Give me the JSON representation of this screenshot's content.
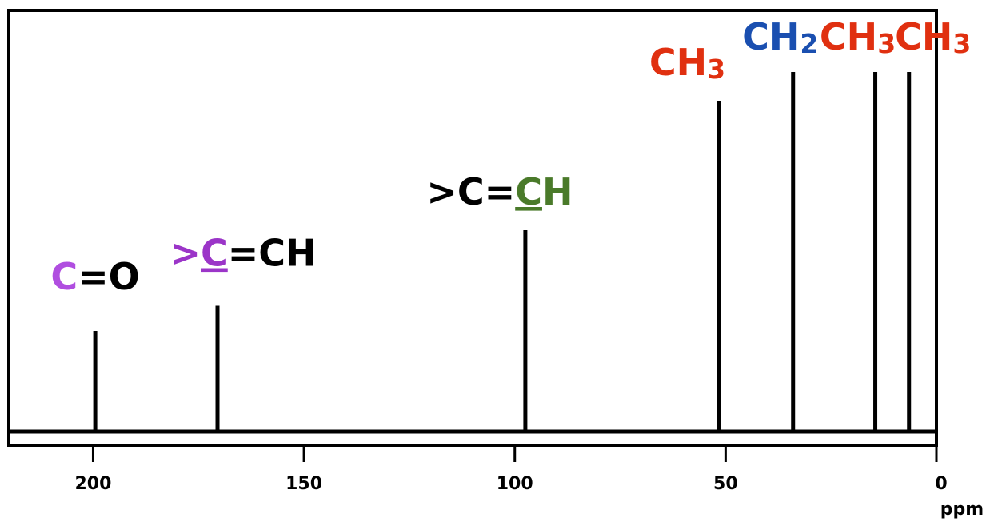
{
  "chart_data": {
    "type": "bar",
    "chart_kind": "13C NMR stick spectrum",
    "xlim": [
      220,
      0
    ],
    "x_reversed": true,
    "ylim": [
      0,
      1
    ],
    "x_ticks": [
      200,
      150,
      100,
      50,
      0
    ],
    "xlabel": "ppm",
    "grid": false,
    "peaks": [
      {
        "x": 199.5,
        "height": 0.28,
        "label": [
          {
            "text": "C",
            "color": "#b04ee0"
          },
          {
            "text": "=O",
            "color": "#000000"
          }
        ]
      },
      {
        "x": 170.5,
        "height": 0.35,
        "label": [
          {
            "text": ">",
            "color": "#9b35c8"
          },
          {
            "text": "C",
            "color": "#9b35c8",
            "underline": true
          },
          {
            "text": "=CH",
            "color": "#000000"
          }
        ]
      },
      {
        "x": 97.5,
        "height": 0.56,
        "label": [
          {
            "text": ">C=",
            "color": "#000000"
          },
          {
            "text": "C",
            "color": "#4a7a2a",
            "underline": true
          },
          {
            "text": "H",
            "color": "#4a7a2a"
          }
        ]
      },
      {
        "x": 51.5,
        "height": 0.92,
        "label": [
          {
            "text": "CH",
            "color": "#e03010"
          },
          {
            "text": "3",
            "color": "#e03010",
            "sub": true
          }
        ]
      },
      {
        "x": 34.0,
        "height": 1.0,
        "label": [
          {
            "text": "CH",
            "color": "#1a4fb0"
          },
          {
            "text": "2",
            "color": "#1a4fb0",
            "sub": true
          }
        ]
      },
      {
        "x": 14.5,
        "height": 1.0,
        "label": [
          {
            "text": "CH",
            "color": "#e03010"
          },
          {
            "text": "3",
            "color": "#e03010",
            "sub": true
          }
        ]
      },
      {
        "x": 6.5,
        "height": 1.0,
        "label": [
          {
            "text": "CH",
            "color": "#e03010"
          },
          {
            "text": "3",
            "color": "#e03010",
            "sub": true
          }
        ]
      }
    ]
  }
}
